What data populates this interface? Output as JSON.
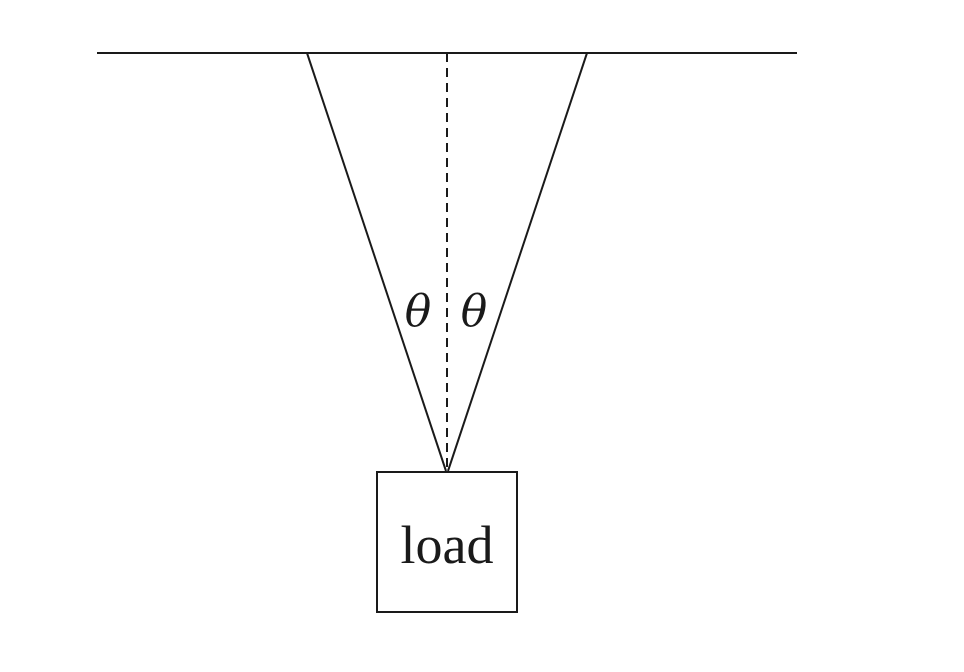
{
  "diagram": {
    "angle_left_label": "θ",
    "angle_right_label": "θ",
    "load_label": "load"
  }
}
